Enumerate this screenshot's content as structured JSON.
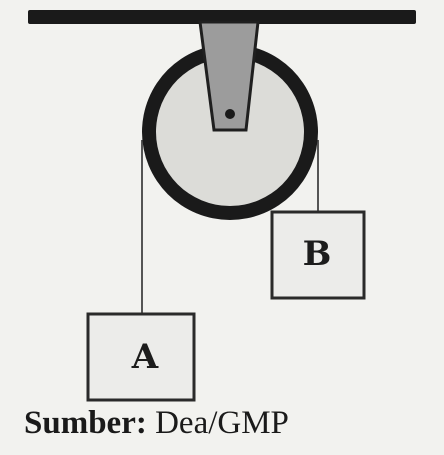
{
  "diagram": {
    "block_a_label": "A",
    "block_b_label": "B"
  },
  "caption": {
    "label": "Sumber:",
    "source": "Dea/GMP"
  },
  "colors": {
    "background": "#f2f2ef",
    "ceiling": "#1a1a1a",
    "wheel_rim": "#1a1a1a",
    "wheel_face": "#dcdcd8",
    "bracket": "#9c9c9c",
    "rope": "#555555",
    "block_fill": "#ececea",
    "block_stroke": "#2a2a2a"
  }
}
